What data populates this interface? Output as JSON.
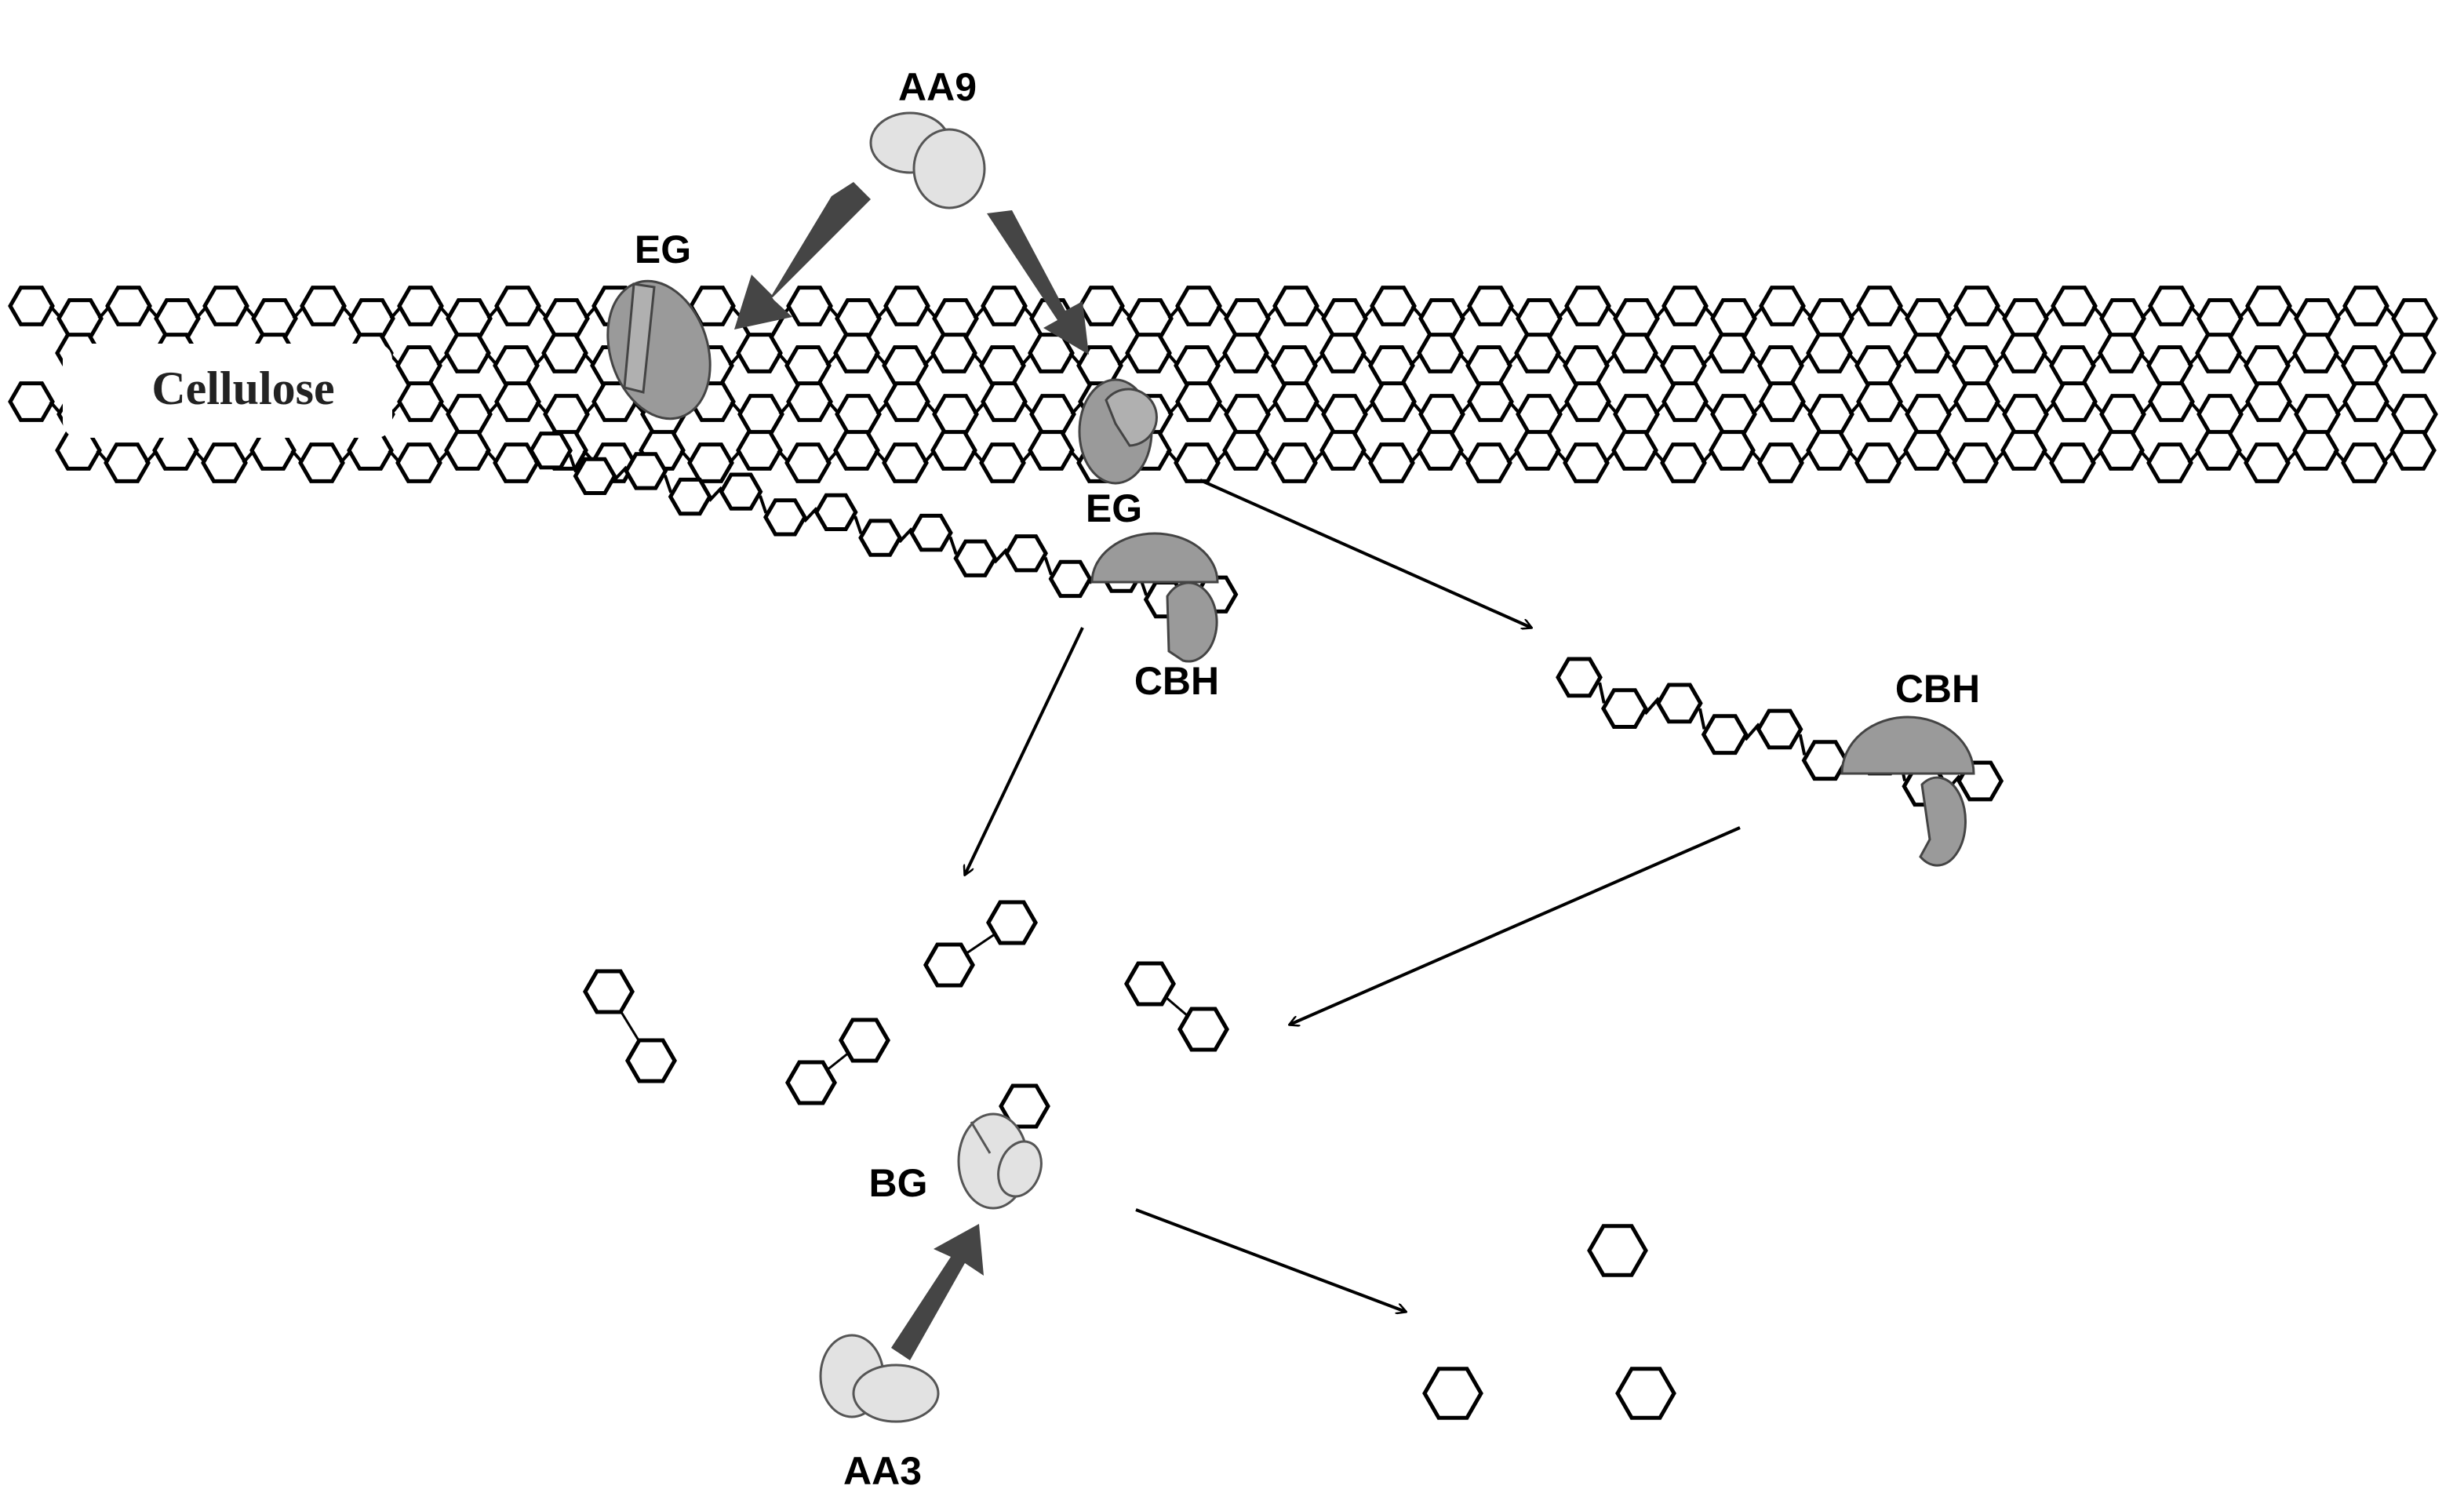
{
  "labels": {
    "cellulose": "Cellulose",
    "aa9": "AA9",
    "eg_top": "EG",
    "eg_mid": "EG",
    "cbh_left": "CBH",
    "cbh_right": "CBH",
    "bg": "BG",
    "aa3": "AA3"
  },
  "colors": {
    "enzyme_dark": "#9a9a9a",
    "enzyme_light": "#e2e2e2",
    "thick_arrow": "#454545",
    "stroke": "#000000"
  }
}
